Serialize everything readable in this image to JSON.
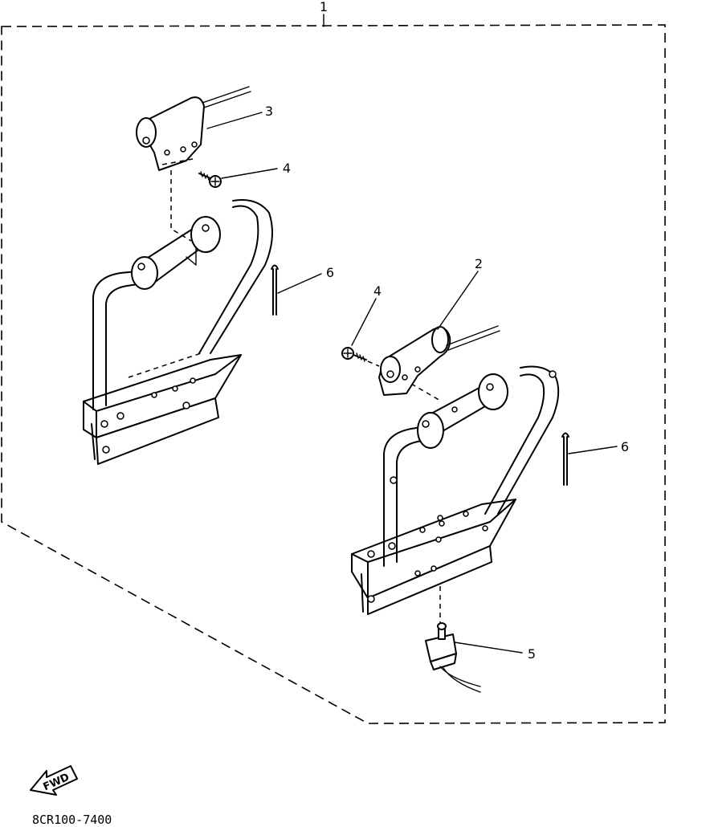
{
  "callouts": {
    "c1": "1",
    "c2": "2",
    "c3": "3",
    "c4a": "4",
    "c4b": "4",
    "c5": "5",
    "c6a": "6",
    "c6b": "6"
  },
  "fwd_label": "FWD",
  "part_number": "8CR100-7400",
  "colors": {
    "line": "#000000",
    "background": "#ffffff"
  }
}
